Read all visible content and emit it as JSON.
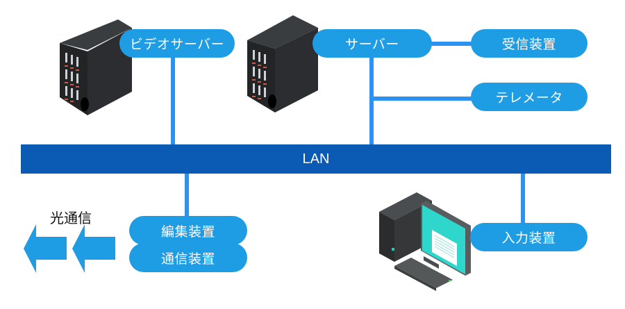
{
  "diagram": {
    "network": {
      "label": "LAN"
    },
    "nodes": {
      "video_server": {
        "label": "ビデオサーバー",
        "icon": "server-rack-icon"
      },
      "server": {
        "label": "サーバー",
        "icon": "server-rack-icon"
      },
      "receiver": {
        "label": "受信装置"
      },
      "telemeter": {
        "label": "テレメータ"
      },
      "editor": {
        "label": "編集装置"
      },
      "comm": {
        "label": "通信装置"
      },
      "input": {
        "label": "入力装置",
        "icon": "desktop-computer-icon"
      }
    },
    "optical": {
      "label": "光通信",
      "icon": "left-arrow-icon"
    },
    "colors": {
      "pill": "#1f9de4",
      "line": "#2b91f2",
      "lan": "#0b5ab4"
    }
  }
}
